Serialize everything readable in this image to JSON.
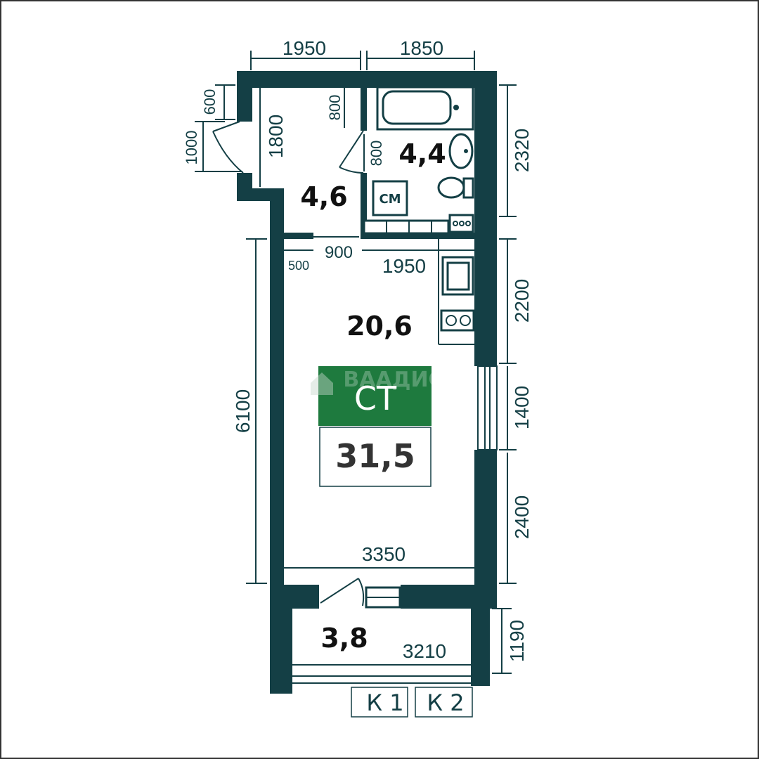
{
  "rooms": {
    "hall_area": "4,6",
    "bath_area": "4,4",
    "main_area": "20,6",
    "balcony_area": "3,8"
  },
  "badge": {
    "type": "СТ",
    "total_area": "31,5",
    "watermark": "ВААДИС"
  },
  "washer_label": "СМ",
  "buttons": [
    "К 1",
    "К 2"
  ],
  "dimensions": {
    "top_left": "1950",
    "top_right": "1850",
    "left_600": "600",
    "left_1000": "1000",
    "hall_1800": "1800",
    "bath_800_top": "800",
    "bath_800_door": "800",
    "right_2320": "2320",
    "w_500": "500",
    "w_900": "900",
    "w_1950": "1950",
    "right_2200": "2200",
    "right_1400": "1400",
    "right_2400": "2400",
    "left_6100": "6100",
    "w_3350": "3350",
    "w_3210": "3210",
    "right_1190": "1190"
  },
  "colors": {
    "wall": "#143f45",
    "badge_green": "#1e7a3e"
  }
}
